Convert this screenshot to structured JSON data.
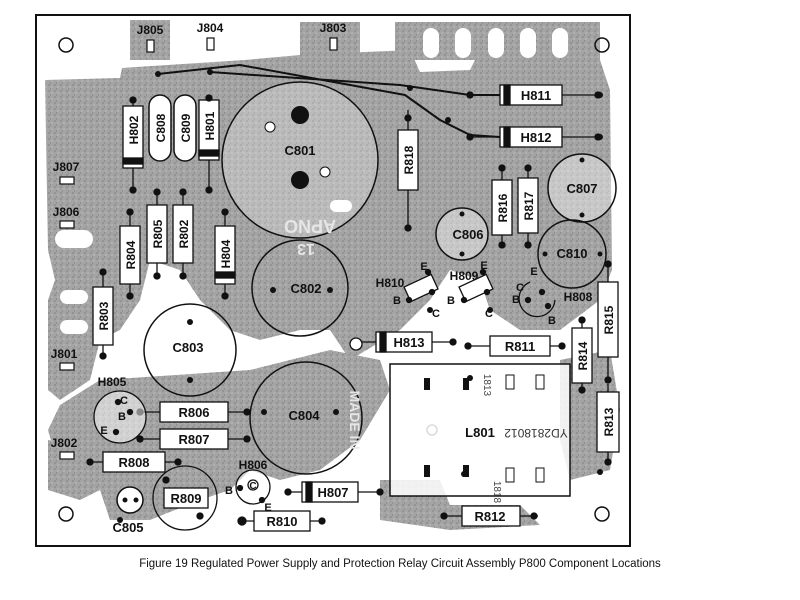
{
  "caption": "Figure 19  Regulated Power Supply and Protection Relay Circuit Assembly P800 Component Locations",
  "board_marking_1": "APNO",
  "board_marking_2": "13",
  "board_marking_3": "MADE IN",
  "colors": {
    "board": "#9c9c9c",
    "pad": "#111111",
    "component": "#ffffff",
    "ink": "#111111"
  },
  "connectors": [
    {
      "id": "J805",
      "label": "J805"
    },
    {
      "id": "J804",
      "label": "J804"
    },
    {
      "id": "J803",
      "label": "J803"
    },
    {
      "id": "J807",
      "label": "J807"
    },
    {
      "id": "J806",
      "label": "J806"
    },
    {
      "id": "J801",
      "label": "J801"
    },
    {
      "id": "J802",
      "label": "J802"
    }
  ],
  "resistors": [
    {
      "id": "R818",
      "label": "R818"
    },
    {
      "id": "R816",
      "label": "R816"
    },
    {
      "id": "R817",
      "label": "R817"
    },
    {
      "id": "R805",
      "label": "R805"
    },
    {
      "id": "R802",
      "label": "R802"
    },
    {
      "id": "R804",
      "label": "R804"
    },
    {
      "id": "R803",
      "label": "R803"
    },
    {
      "id": "R806",
      "label": "R806"
    },
    {
      "id": "R807",
      "label": "R807"
    },
    {
      "id": "R808",
      "label": "R808"
    },
    {
      "id": "R809",
      "label": "R809"
    },
    {
      "id": "R810",
      "label": "R810"
    },
    {
      "id": "R811",
      "label": "R811"
    },
    {
      "id": "R812",
      "label": "R812"
    },
    {
      "id": "R813",
      "label": "R813"
    },
    {
      "id": "R814",
      "label": "R814"
    },
    {
      "id": "R815",
      "label": "R815"
    }
  ],
  "diodes": [
    {
      "id": "H802",
      "label": "H802"
    },
    {
      "id": "H801",
      "label": "H801"
    },
    {
      "id": "H811",
      "label": "H811"
    },
    {
      "id": "H812",
      "label": "H812"
    },
    {
      "id": "H804",
      "label": "H804"
    },
    {
      "id": "H813",
      "label": "H813"
    },
    {
      "id": "H807",
      "label": "H807"
    }
  ],
  "capacitors": [
    {
      "id": "C808",
      "label": "C808"
    },
    {
      "id": "C809",
      "label": "C809"
    },
    {
      "id": "C801",
      "label": "C801"
    },
    {
      "id": "C802",
      "label": "C802"
    },
    {
      "id": "C803",
      "label": "C803"
    },
    {
      "id": "C804",
      "label": "C804"
    },
    {
      "id": "C805",
      "label": "C805"
    },
    {
      "id": "C806",
      "label": "C806"
    },
    {
      "id": "C807",
      "label": "C807"
    },
    {
      "id": "C810",
      "label": "C810"
    }
  ],
  "transistors": [
    {
      "id": "H810",
      "label": "H810"
    },
    {
      "id": "H809",
      "label": "H809"
    },
    {
      "id": "H808",
      "label": "H808"
    },
    {
      "id": "H805",
      "label": "H805"
    },
    {
      "id": "H806",
      "label": "H806"
    }
  ],
  "pin_letters": {
    "e": "E",
    "b": "B",
    "c": "C"
  },
  "relay": {
    "label": "L801",
    "marking": "YD2818012",
    "stamp_1": "1813",
    "stamp_2": "1818"
  }
}
